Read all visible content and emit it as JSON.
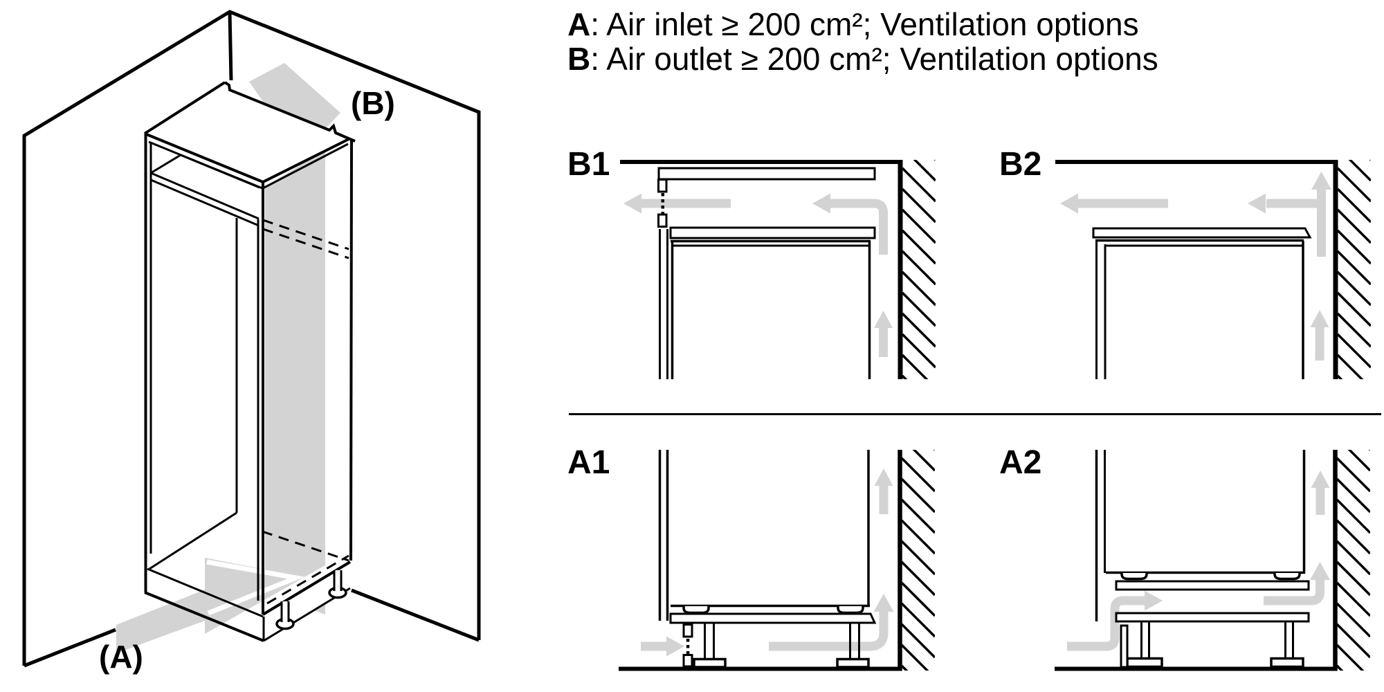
{
  "figure": {
    "colors": {
      "background": "#ffffff",
      "line": "#000000",
      "arrow": "#d3d3d3"
    }
  },
  "legend": {
    "lines": [
      {
        "key": "A",
        "text": ": Air inlet ≥ 200 cm²; Ventilation options"
      },
      {
        "key": "B",
        "text": ": Air outlet ≥ 200 cm²; Ventilation options"
      }
    ]
  },
  "overview": {
    "outlet_label": "(B)",
    "inlet_label": "(A)"
  },
  "options": [
    {
      "id": "b1",
      "label": "B1"
    },
    {
      "id": "b2",
      "label": "B2"
    },
    {
      "id": "a1",
      "label": "A1"
    },
    {
      "id": "a2",
      "label": "A2"
    }
  ]
}
